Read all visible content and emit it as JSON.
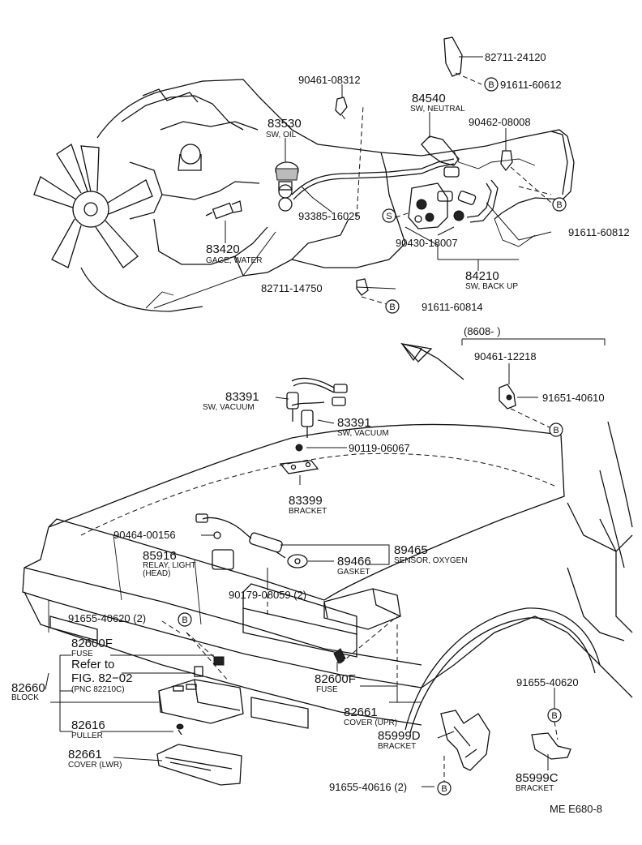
{
  "diagram": {
    "code": "ME   E680-8",
    "date_range": "(8608-        )",
    "callouts": [
      {
        "id": "c01",
        "part_no": "82711-24120",
        "desc": ""
      },
      {
        "id": "c02",
        "part_no": "91611-60612",
        "desc": ""
      },
      {
        "id": "c03",
        "part_no": "90461-08312",
        "desc": ""
      },
      {
        "id": "c04",
        "part_no": "84540",
        "desc": "SW, NEUTRAL"
      },
      {
        "id": "c05",
        "part_no": "90462-08008",
        "desc": ""
      },
      {
        "id": "c06",
        "part_no": "83530",
        "desc": "SW, OIL"
      },
      {
        "id": "c07",
        "part_no": "91611-60812",
        "desc": ""
      },
      {
        "id": "c08",
        "part_no": "93385-16025",
        "desc": ""
      },
      {
        "id": "c09",
        "part_no": "90430-18007",
        "desc": ""
      },
      {
        "id": "c10",
        "part_no": "83420",
        "desc": "GAGE, WATER"
      },
      {
        "id": "c11",
        "part_no": "84210",
        "desc": "SW, BACK UP"
      },
      {
        "id": "c12",
        "part_no": "82711-14750",
        "desc": ""
      },
      {
        "id": "c13",
        "part_no": "91611-60814",
        "desc": ""
      },
      {
        "id": "c14",
        "part_no": "90461-12218",
        "desc": ""
      },
      {
        "id": "c15",
        "part_no": "91651-40610",
        "desc": ""
      },
      {
        "id": "c16",
        "part_no": "83391",
        "desc": "SW, VACUUM"
      },
      {
        "id": "c17",
        "part_no": "83391",
        "desc": "SW, VACUUM"
      },
      {
        "id": "c18",
        "part_no": "90119-06067",
        "desc": ""
      },
      {
        "id": "c19",
        "part_no": "83399",
        "desc": "BRACKET"
      },
      {
        "id": "c20",
        "part_no": "90464-00156",
        "desc": ""
      },
      {
        "id": "c21",
        "part_no": "85916",
        "desc": "RELAY, LIGHT"
      },
      {
        "id": "c22",
        "part_no": "89465",
        "desc": "SENSOR, OXYGEN"
      },
      {
        "id": "c23",
        "part_no": "89466",
        "desc": "GASKET"
      },
      {
        "id": "c24",
        "part_no": "90179-08059 (2)",
        "desc": ""
      },
      {
        "id": "c25",
        "part_no": "91655-40620 (2)",
        "desc": ""
      },
      {
        "id": "c26",
        "part_no": "82600F",
        "desc": "FUSE"
      },
      {
        "id": "c27",
        "part_no": "82660",
        "desc": "BLOCK"
      },
      {
        "id": "c28",
        "part_no": "82600F",
        "desc": "FUSE"
      },
      {
        "id": "c29",
        "part_no": "82661",
        "desc": "COVER (UPR)"
      },
      {
        "id": "c30",
        "part_no": "82616",
        "desc": "PULLER"
      },
      {
        "id": "c31",
        "part_no": "85999D",
        "desc": "BRACKET"
      },
      {
        "id": "c32",
        "part_no": "91655-40620",
        "desc": ""
      },
      {
        "id": "c33",
        "part_no": "82661",
        "desc": "COVER (LWR)"
      },
      {
        "id": "c34",
        "part_no": "85999C",
        "desc": "BRACKET"
      },
      {
        "id": "c35",
        "part_no": "91655-40616 (2)",
        "desc": ""
      }
    ],
    "relay_extra": "(HEAD)",
    "refer": {
      "line1": "Refer to",
      "line2": "FIG. 82−02",
      "line3": "(PNC 82210C)"
    },
    "symbols": {
      "bolt": "B",
      "stud": "S"
    }
  }
}
